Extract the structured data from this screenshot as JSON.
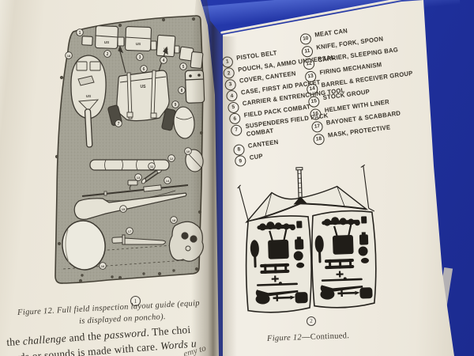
{
  "colors": {
    "background_blue": "#2438ab",
    "background_blue_light": "#2c45bd",
    "page_cream": "#f0ece2",
    "page_shadow": "#a59b87",
    "ink": "#39352c",
    "poncho_gray": "#a8a699"
  },
  "left_page": {
    "figure": {
      "us_marking": "US",
      "callouts": [
        "1",
        "2",
        "3",
        "4",
        "5",
        "18",
        "6",
        "7",
        "8",
        "9",
        "10",
        "11",
        "12",
        "13",
        "14",
        "15",
        "16",
        "17",
        "18"
      ]
    },
    "sheet_number": "1",
    "caption_line1": "Figure 12. Full field inspection layout guide (equip",
    "caption_line2": "is displayed on poncho).",
    "body": {
      "l1a": "the ",
      "l1b": "challenge",
      "l1c": " and the ",
      "l1d": "password",
      "l1e": ". The choi",
      "l2a": "words or sounds is made with care. ",
      "l2b": "Words u",
      "l3": "emy to"
    }
  },
  "right_page": {
    "equipment_list": {
      "column1": [
        {
          "num": "1",
          "label": "PISTOL BELT"
        },
        {
          "num": "2",
          "label": "POUCH, SA, AMMO UNIVERSAL"
        },
        {
          "num": "3",
          "label": "COVER, CANTEEN"
        },
        {
          "num": "4",
          "label": "CASE, FIRST AID PACKET"
        },
        {
          "num": "5",
          "label": "CARRIER & ENTRENCHING TOOL"
        },
        {
          "num": "6",
          "label": "FIELD PACK COMBAT"
        },
        {
          "num": "7",
          "label": "SUSPENDERS FIELD PACK",
          "label2": "COMBAT"
        },
        {
          "num": "8",
          "label": "CANTEEN"
        },
        {
          "num": "9",
          "label": "CUP"
        }
      ],
      "column2": [
        {
          "num": "10",
          "label": "MEAT CAN"
        },
        {
          "num": "11",
          "label": "KNIFE, FORK, SPOON"
        },
        {
          "num": "12",
          "label": "CARRIER, SLEEPING BAG"
        },
        {
          "num": "13",
          "label": "FIRING MECHANISM"
        },
        {
          "num": "14",
          "label": "BARREL & RECEIVER GROUP"
        },
        {
          "num": "15",
          "label": "STOCK GROUP"
        },
        {
          "num": "16",
          "label": "HELMET WITH LINER"
        },
        {
          "num": "17",
          "label": "BAYONET & SCABBARD"
        },
        {
          "num": "18",
          "label": "MASK, PROTECTIVE"
        }
      ]
    },
    "sheet_number": "2",
    "caption_a": "Figure 12",
    "caption_b": "—Continued."
  }
}
